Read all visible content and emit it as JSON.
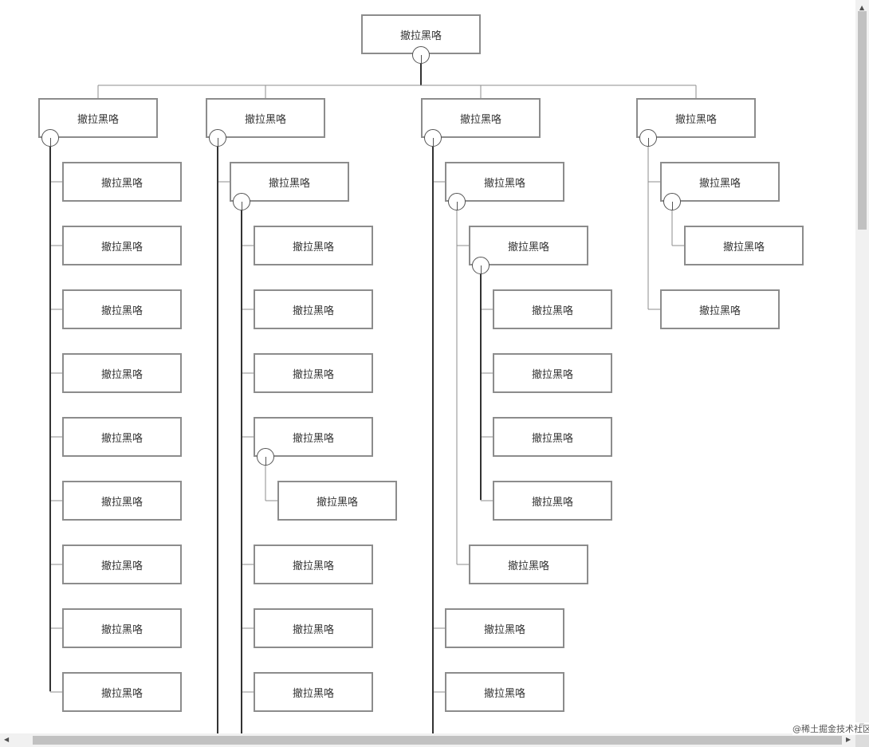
{
  "tree": {
    "label": "撤拉黑咯",
    "children": [
      {
        "label": "撤拉黑咯",
        "children": [
          {
            "label": "撤拉黑咯"
          },
          {
            "label": "撤拉黑咯"
          },
          {
            "label": "撤拉黑咯"
          },
          {
            "label": "撤拉黑咯"
          },
          {
            "label": "撤拉黑咯"
          },
          {
            "label": "撤拉黑咯"
          },
          {
            "label": "撤拉黑咯"
          },
          {
            "label": "撤拉黑咯"
          },
          {
            "label": "撤拉黑咯"
          }
        ]
      },
      {
        "label": "撤拉黑咯",
        "children": [
          {
            "label": "撤拉黑咯",
            "children": [
              {
                "label": "撤拉黑咯"
              },
              {
                "label": "撤拉黑咯"
              },
              {
                "label": "撤拉黑咯"
              },
              {
                "label": "撤拉黑咯",
                "children": [
                  {
                    "label": "撤拉黑咯"
                  }
                ]
              },
              {
                "label": "撤拉黑咯"
              },
              {
                "label": "撤拉黑咯"
              },
              {
                "label": "撤拉黑咯"
              }
            ]
          }
        ]
      },
      {
        "label": "撤拉黑咯",
        "children": [
          {
            "label": "撤拉黑咯",
            "children": [
              {
                "label": "撤拉黑咯",
                "children": [
                  {
                    "label": "撤拉黑咯"
                  },
                  {
                    "label": "撤拉黑咯"
                  },
                  {
                    "label": "撤拉黑咯"
                  },
                  {
                    "label": "撤拉黑咯"
                  }
                ]
              },
              {
                "label": "撤拉黑咯"
              }
            ]
          },
          {
            "label": "撤拉黑咯"
          },
          {
            "label": "撤拉黑咯"
          }
        ]
      },
      {
        "label": "撤拉黑咯",
        "children": [
          {
            "label": "撤拉黑咯",
            "children": [
              {
                "label": "撤拉黑咯"
              }
            ]
          },
          {
            "label": "撤拉黑咯"
          }
        ]
      }
    ]
  },
  "watermark": "@稀土掘金技术社区",
  "scrollbar_icons": {
    "up": "triangle-up-icon",
    "down": "triangle-down-icon",
    "left": "triangle-left-icon",
    "right": "triangle-right-icon"
  },
  "colors": {
    "node_border": "#8c8c8c",
    "connector": "#8c8c8c",
    "trunk": "#333333",
    "toggle_border": "#555555"
  }
}
